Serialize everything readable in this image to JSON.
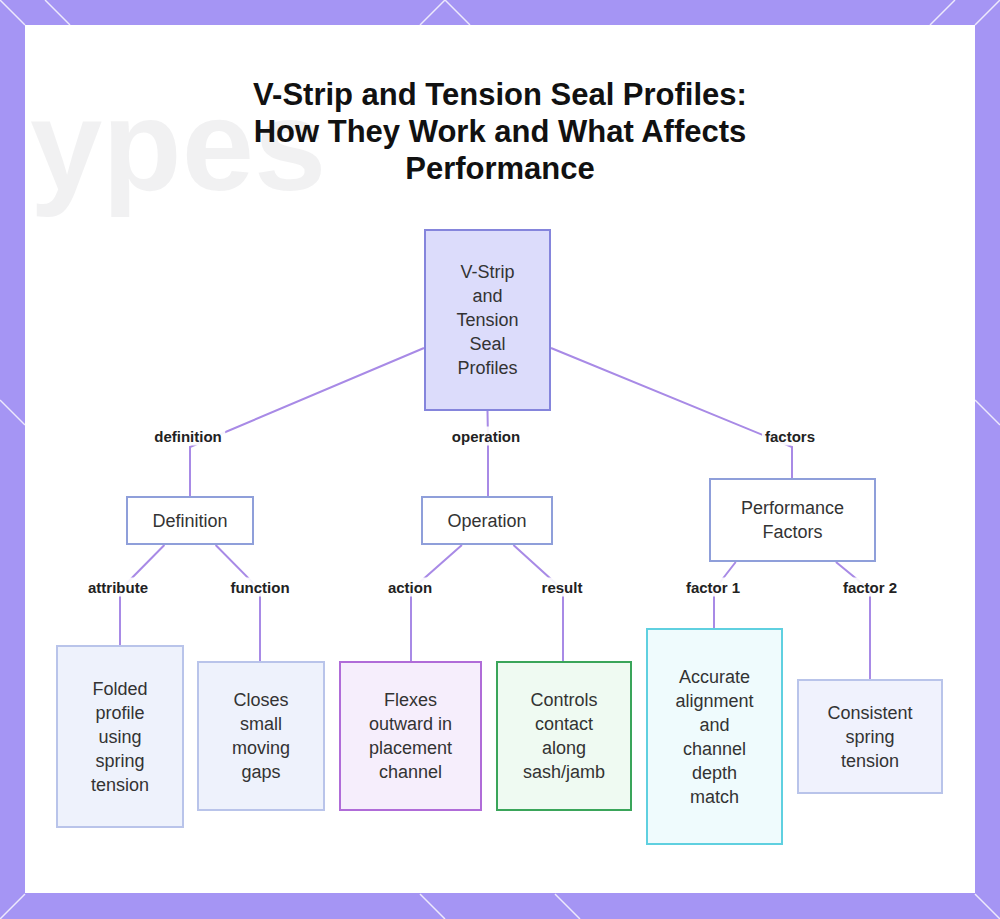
{
  "diagram": {
    "title": "V-Strip and Tension Seal Profiles: How They Work and What Affects Performance",
    "nodes": [
      {
        "text": [
          "V-Strip and Tension Seal Profiles"
        ]
      },
      {
        "text": [
          "Definition"
        ]
      },
      {
        "text": [
          "Operation"
        ]
      },
      {
        "text": [
          "Performance Factors"
        ]
      },
      {
        "text": [
          "Folded profile using spring tension"
        ]
      },
      {
        "text": [
          "Closes small moving gaps"
        ]
      },
      {
        "text": [
          "Flexes outward in placement channel"
        ]
      },
      {
        "text": [
          "Controls contact along sash/jamb"
        ]
      },
      {
        "text": [
          "Accurate alignment and channel depth match"
        ]
      },
      {
        "text": [
          "Consistent spring tension"
        ]
      }
    ],
    "edges": [
      {
        "from": 0,
        "to": 1,
        "label": "definition",
        "arrow": "none"
      },
      {
        "from": 0,
        "to": 2,
        "label": "operation",
        "arrow": "none"
      },
      {
        "from": 0,
        "to": 3,
        "label": "factors",
        "arrow": "none"
      },
      {
        "from": 1,
        "to": 4,
        "label": "attribute",
        "arrow": "none"
      },
      {
        "from": 1,
        "to": 5,
        "label": "function",
        "arrow": "none"
      },
      {
        "from": 2,
        "to": 6,
        "label": "action",
        "arrow": "none"
      },
      {
        "from": 2,
        "to": 7,
        "label": "result",
        "arrow": "none"
      },
      {
        "from": 3,
        "to": 8,
        "label": "factor 1",
        "arrow": "none"
      },
      {
        "from": 3,
        "to": 9,
        "label": "factor 2",
        "arrow": "none"
      }
    ],
    "labels": [
      "ypes"
    ]
  }
}
